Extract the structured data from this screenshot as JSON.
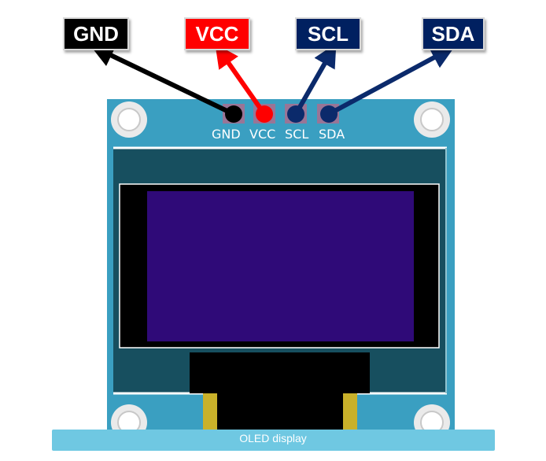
{
  "labels": {
    "gnd": {
      "text": "GND",
      "color": "#000000"
    },
    "vcc": {
      "text": "VCC",
      "color": "#ff0000"
    },
    "scl": {
      "text": "SCL",
      "color": "#002060"
    },
    "sda": {
      "text": "SDA",
      "color": "#002060"
    }
  },
  "board": {
    "pin_text": {
      "gnd": "GND",
      "vcc": "VCC",
      "scl": "SCL",
      "sda": "SDA"
    },
    "pcb_color": "#3fa0c0",
    "screen_color": "#2f0a78"
  },
  "caption": "OLED display"
}
